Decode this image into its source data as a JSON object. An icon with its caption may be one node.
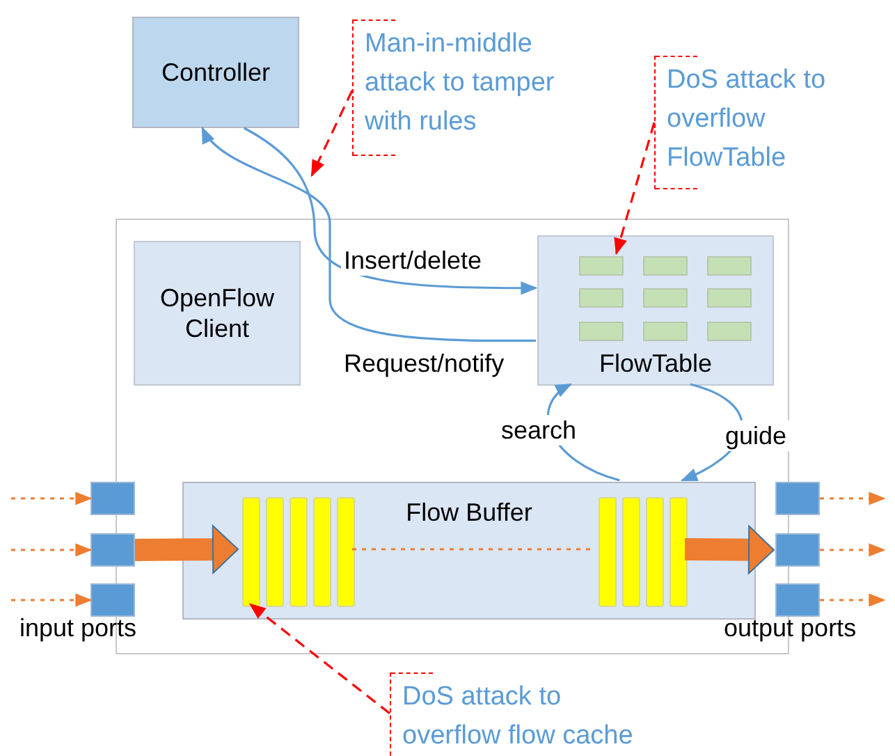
{
  "diagram": {
    "nodes": [
      {
        "text": [
          "Controller"
        ]
      },
      {
        "text": [
          "Man-in-middle attack to tamper with rules"
        ]
      },
      {
        "text": [
          "DoS attack to overflow FlowTable"
        ]
      },
      {
        "text": [],
        "shape": "box"
      },
      {
        "text": [
          "OpenFlow Client"
        ],
        "in": 3
      },
      {
        "text": [
          "FlowTable"
        ],
        "in": 3
      },
      {
        "text": [],
        "shape": "box",
        "in": 5
      },
      {
        "text": [],
        "shape": "box",
        "in": 5
      },
      {
        "text": [],
        "shape": "box",
        "in": 5
      },
      {
        "text": [],
        "shape": "box",
        "in": 5
      },
      {
        "text": [],
        "shape": "box",
        "in": 5
      },
      {
        "text": [],
        "shape": "box",
        "in": 5
      },
      {
        "text": [],
        "shape": "box",
        "in": 5
      },
      {
        "text": [],
        "shape": "box",
        "in": 5
      },
      {
        "text": [],
        "shape": "box",
        "in": 5
      },
      {
        "text": [
          "Flow Buffer"
        ],
        "in": 3
      },
      {
        "text": [],
        "shape": "bar",
        "in": 15
      },
      {
        "text": [],
        "shape": "bar",
        "in": 15
      },
      {
        "text": [],
        "shape": "bar",
        "in": 15
      },
      {
        "text": [],
        "shape": "bar",
        "in": 15
      },
      {
        "text": [],
        "shape": "bar",
        "in": 15
      },
      {
        "text": [],
        "shape": "bar",
        "in": 15
      },
      {
        "text": [],
        "shape": "bar",
        "in": 15
      },
      {
        "text": [],
        "shape": "bar",
        "in": 15
      },
      {
        "text": [],
        "shape": "bar",
        "in": 15
      },
      {
        "text": [],
        "shape": "box"
      },
      {
        "text": [],
        "shape": "box"
      },
      {
        "text": [],
        "shape": "box"
      },
      {
        "text": [],
        "shape": "box"
      },
      {
        "text": [],
        "shape": "box"
      },
      {
        "text": [],
        "shape": "box"
      },
      {
        "text": [
          "DoS attack to overflow flow cache"
        ]
      }
    ],
    "edges": [
      {
        "from": 0,
        "to": 5,
        "arrow": "to",
        "label": "Insert/delete",
        "color": "#5b9bd5"
      },
      {
        "from": 5,
        "to": 0,
        "arrow": "to",
        "label": "Request/notify",
        "color": "#5b9bd5"
      },
      {
        "from": 15,
        "to": 5,
        "arrow": "to",
        "label": "search",
        "color": "#5b9bd5"
      },
      {
        "from": 5,
        "to": 15,
        "arrow": "to",
        "label": "guide",
        "color": "#5b9bd5"
      },
      {
        "from": 1,
        "to": null,
        "arrow": "to",
        "style": "dashed",
        "color": "#ff0000"
      },
      {
        "from": 2,
        "to": 6,
        "arrow": "to",
        "style": "dashed",
        "color": "#ff0000"
      },
      {
        "from": 31,
        "to": 16,
        "arrow": "to",
        "style": "dashed",
        "color": "#ff0000"
      },
      {
        "from": null,
        "to": 25,
        "arrow": "to",
        "style": "dashed",
        "color": "#ed7d31"
      },
      {
        "from": null,
        "to": 26,
        "arrow": "to",
        "style": "dashed",
        "color": "#ed7d31"
      },
      {
        "from": null,
        "to": 27,
        "arrow": "to",
        "style": "dashed",
        "color": "#ed7d31"
      },
      {
        "from": 26,
        "to": 16,
        "arrow": "to",
        "style": "thick",
        "color": "#ed7d31"
      },
      {
        "from": 20,
        "to": 21,
        "arrow": "none",
        "style": "dashed",
        "color": "#ed7d31"
      },
      {
        "from": 24,
        "to": 29,
        "arrow": "to",
        "style": "thick",
        "color": "#ed7d31"
      },
      {
        "from": 28,
        "to": null,
        "arrow": "to",
        "style": "dashed",
        "color": "#ed7d31"
      },
      {
        "from": 29,
        "to": null,
        "arrow": "to",
        "style": "dashed",
        "color": "#ed7d31"
      },
      {
        "from": 30,
        "to": null,
        "arrow": "to",
        "style": "dashed",
        "color": "#ed7d31"
      }
    ],
    "labels": [
      "input ports",
      "output ports"
    ]
  }
}
